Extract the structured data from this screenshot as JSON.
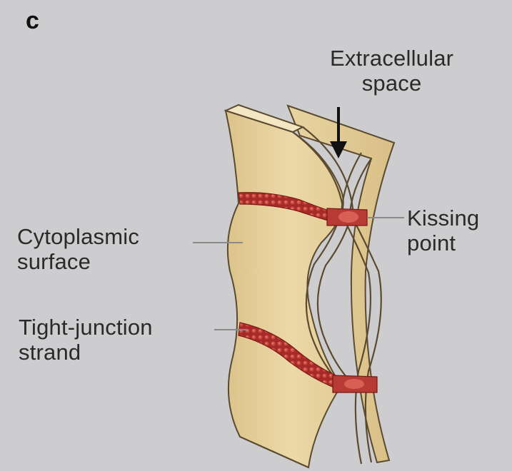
{
  "figure": {
    "panel_letter": "c",
    "labels": {
      "extracellular_line1": "Extracellular",
      "extracellular_line2": "space",
      "kissing_line1": "Kissing",
      "kissing_line2": "point",
      "cytoplasmic_line1": "Cytoplasmic",
      "cytoplasmic_line2": "surface",
      "tight_line1": "Tight-junction",
      "tight_line2": "strand"
    },
    "colors": {
      "background": "#cdcdcf",
      "membrane_fill": "#e6cf9c",
      "membrane_outline": "#5a4a30",
      "strand": "#b5302c",
      "arrow": "#111111",
      "leader_line": "#8a8a8a"
    }
  }
}
